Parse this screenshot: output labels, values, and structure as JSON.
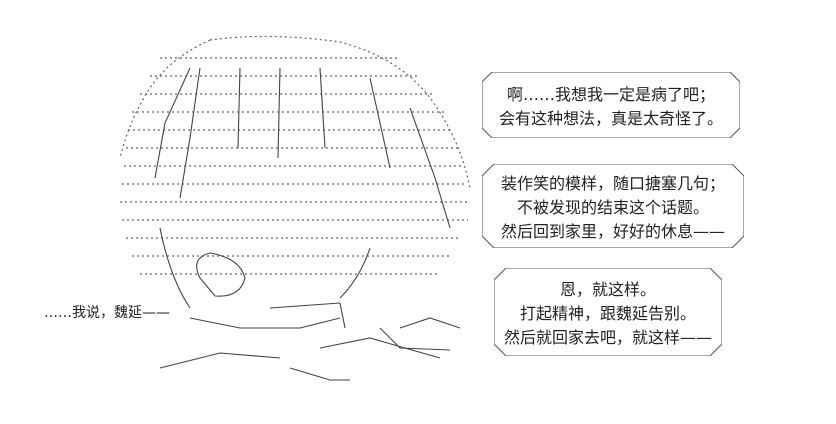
{
  "bubble_1": {
    "lines": [
      "啊……我想我一定是病了吧；",
      "会有这种想法，真是太奇怪了。"
    ]
  },
  "bubble_2": {
    "lines": [
      "装作笑的模样，随口搪塞几句；",
      "不被发现的结束这个话题。",
      "然后回到家里，好好的休息——"
    ]
  },
  "bubble_3": {
    "lines": [
      "恩，就这样。",
      "打起精神，跟魏延告别。",
      "然后就回家去吧，就这样——"
    ]
  },
  "speaker_line": "……我说，魏延——",
  "colors": {
    "line": "#555555",
    "text": "#222222"
  }
}
